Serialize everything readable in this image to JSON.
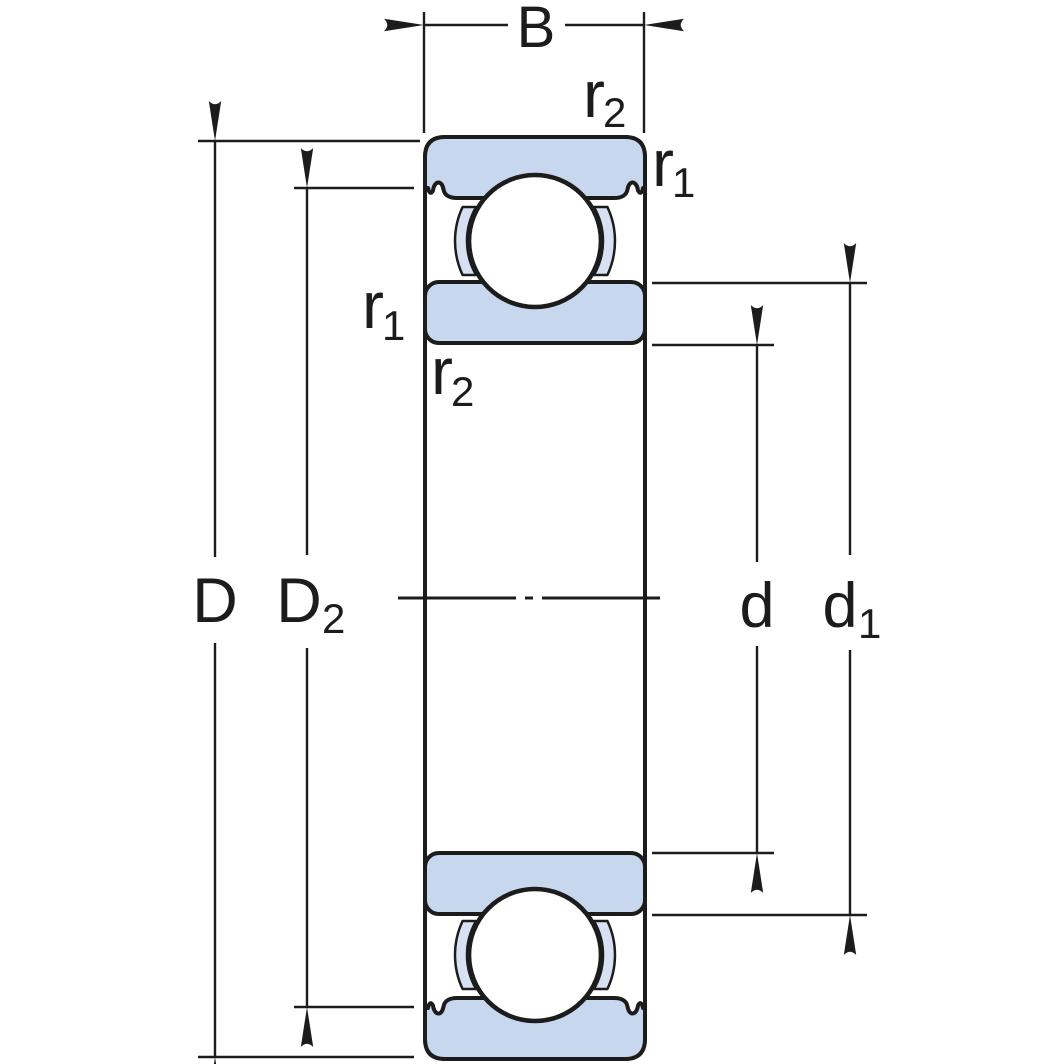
{
  "diagram_title": "",
  "labels": {
    "width": "B",
    "outer_diameter": "D",
    "recess_diameter_main": "D",
    "recess_diameter_sub": "2",
    "bore_diameter": "d",
    "shoulder_diameter_main": "d",
    "shoulder_diameter_sub": "1",
    "chamfer_r1_main": "r",
    "chamfer_r1_sub": "1",
    "chamfer_r2_main": "r",
    "chamfer_r2_sub": "2"
  },
  "colors": {
    "ring_fill": "#c7d7ee",
    "cage_fill": "#d7e1f3",
    "line": "#1c1c1c",
    "background": "#ffffff"
  }
}
